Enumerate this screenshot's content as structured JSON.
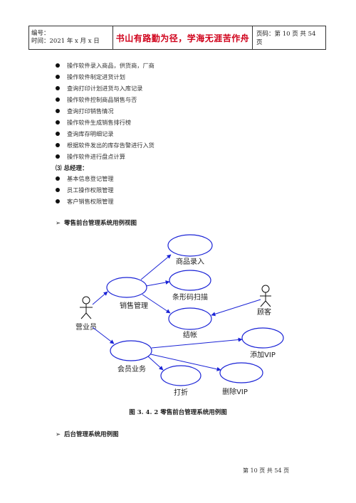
{
  "header": {
    "number_label": "编号：",
    "time_label": "时间：2021 年 x 月 x 日",
    "motto": "书山有路勤为径，学海无涯苦作舟",
    "page_label": "页码：第 10 页  共 54 页"
  },
  "bullets_top": [
    "操作软件录入商品，供货商，厂商",
    "操作软件制定进货计划",
    "查询打印计划进货与入库记录",
    "操作软件控制商品销售与否",
    "查询打印销售情况",
    "操作软件生成销售排行榜",
    "查询库存明细记录",
    "根据软件发出的库存告警进行入货",
    "操作软件进行盘点计算"
  ],
  "manager_heading": "⑶ 总经理：",
  "bullets_manager": [
    "基本信息登记管理",
    "员工操作权限管理",
    "客户销售权限管理"
  ],
  "section1": {
    "arrow": "➢",
    "title": "零售前台管理系统用例视图"
  },
  "diagram": {
    "actors": {
      "salesperson": "营业员",
      "customer": "顾客"
    },
    "use_cases": {
      "sales_management": "销售管理",
      "product_entry": "商品录入",
      "barcode_scan": "条形码扫描",
      "checkout": "结帐",
      "member_business": "会员业务",
      "add_vip": "添加VIP",
      "discount": "打折",
      "delete_vip": "删除VIP"
    }
  },
  "figure_caption": "图 3. 4. 2  零售前台管理系统用例图",
  "section2": {
    "arrow": "➢",
    "title": "后台管理系统用例图"
  },
  "footer": "第  10  页  共  54  页",
  "colors": {
    "motto_red": "#d0021b",
    "diagram_blue": "#1a23d6"
  }
}
